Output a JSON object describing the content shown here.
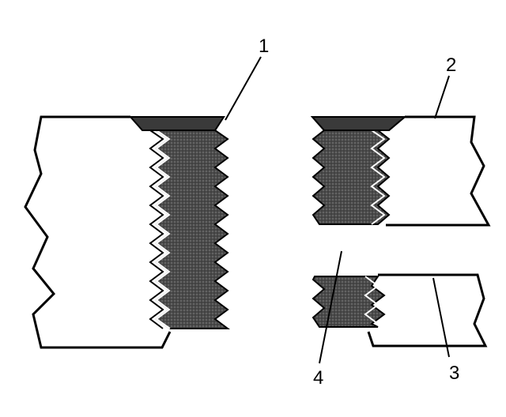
{
  "callouts": [
    "1",
    "2",
    "3",
    "4"
  ],
  "colors": {
    "line": "#000000",
    "thread_fill": "#585858",
    "background": "#ffffff"
  }
}
